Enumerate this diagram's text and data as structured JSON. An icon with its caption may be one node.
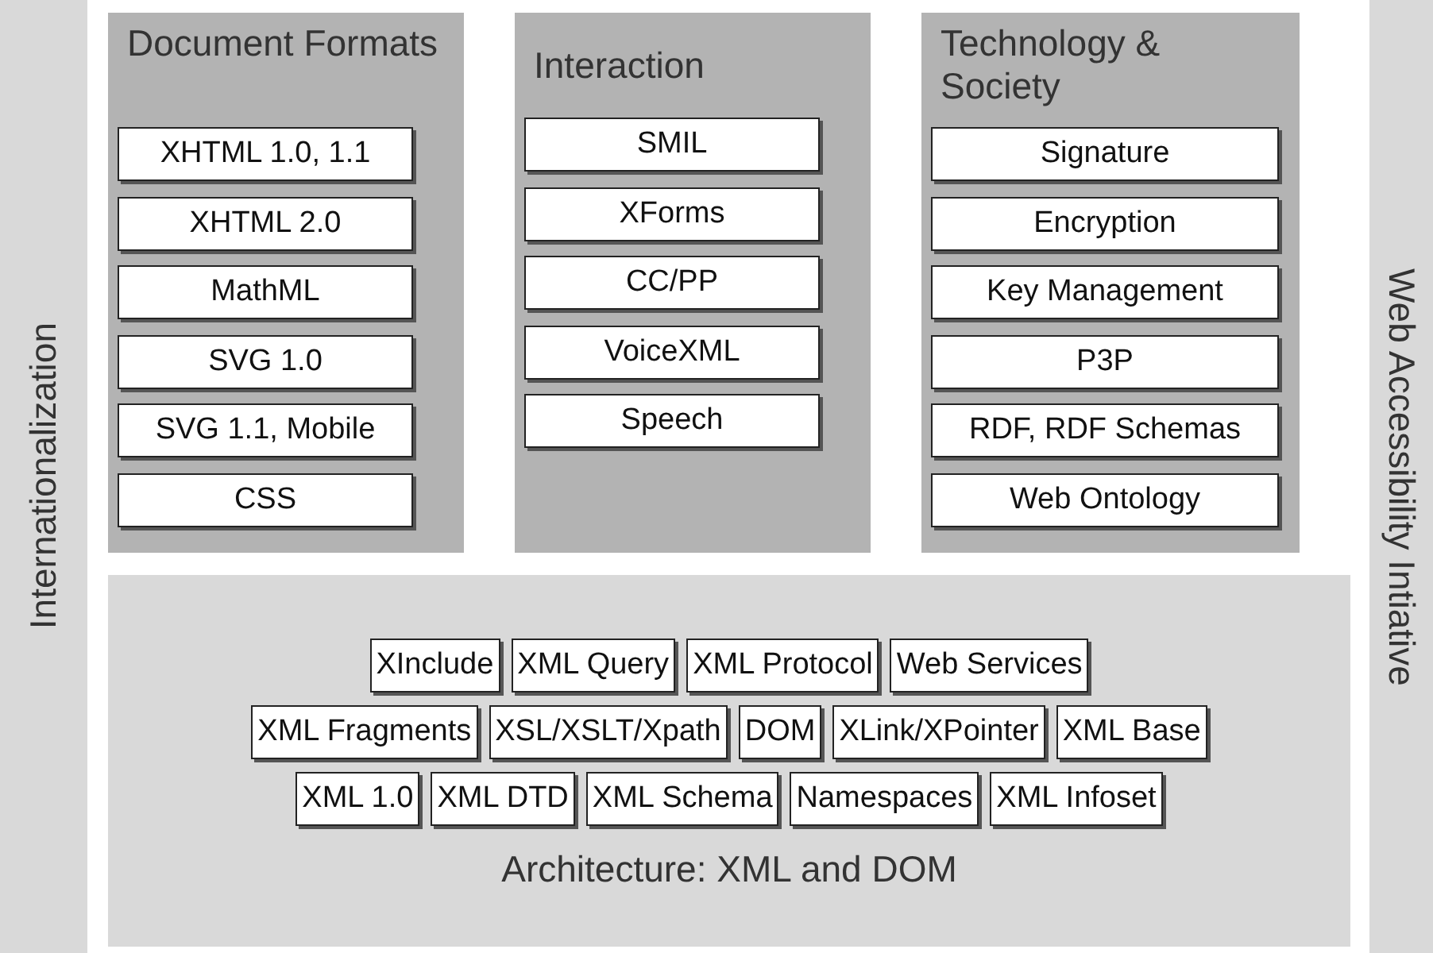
{
  "diagram": {
    "nodes": [
      {
        "text": [
          "Internationalization"
        ]
      },
      {
        "text": [
          "Web Accessibility Intiative"
        ]
      },
      {
        "text": [
          "Document Formats"
        ]
      },
      {
        "text": [
          "XHTML 1.0, 1.1"
        ],
        "in": 2
      },
      {
        "text": [
          "XHTML 2.0"
        ],
        "in": 2
      },
      {
        "text": [
          "MathML"
        ],
        "in": 2
      },
      {
        "text": [
          "SVG 1.0"
        ],
        "in": 2
      },
      {
        "text": [
          "SVG 1.1, Mobile"
        ],
        "in": 2
      },
      {
        "text": [
          "CSS"
        ],
        "in": 2
      },
      {
        "text": [
          "Interaction"
        ]
      },
      {
        "text": [
          "SMIL"
        ],
        "in": 9
      },
      {
        "text": [
          "XForms"
        ],
        "in": 9
      },
      {
        "text": [
          "CC/PP"
        ],
        "in": 9
      },
      {
        "text": [
          "VoiceXML"
        ],
        "in": 9
      },
      {
        "text": [
          "Speech"
        ],
        "in": 9
      },
      {
        "text": [
          "Technology & Society"
        ]
      },
      {
        "text": [
          "Signature"
        ],
        "in": 15
      },
      {
        "text": [
          "Encryption"
        ],
        "in": 15
      },
      {
        "text": [
          "Key Management"
        ],
        "in": 15
      },
      {
        "text": [
          "P3P"
        ],
        "in": 15
      },
      {
        "text": [
          "RDF, RDF Schemas"
        ],
        "in": 15
      },
      {
        "text": [
          "Web Ontology"
        ],
        "in": 15
      },
      {
        "text": [
          "Architecture: XML and DOM"
        ]
      },
      {
        "text": [
          "XInclude"
        ],
        "in": 22
      },
      {
        "text": [
          "XML Query"
        ],
        "in": 22
      },
      {
        "text": [
          "XML Protocol"
        ],
        "in": 22
      },
      {
        "text": [
          "Web Services"
        ],
        "in": 22
      },
      {
        "text": [
          "XML Fragments"
        ],
        "in": 22
      },
      {
        "text": [
          "XSL/XSLT/Xpath"
        ],
        "in": 22
      },
      {
        "text": [
          "DOM"
        ],
        "in": 22
      },
      {
        "text": [
          "XLink/XPointer"
        ],
        "in": 22
      },
      {
        "text": [
          "XML Base"
        ],
        "in": 22
      },
      {
        "text": [
          "XML 1.0"
        ],
        "in": 22
      },
      {
        "text": [
          "XML DTD"
        ],
        "in": 22
      },
      {
        "text": [
          "XML Schema"
        ],
        "in": 22
      },
      {
        "text": [
          "Namespaces"
        ],
        "in": 22
      },
      {
        "text": [
          "XML Infoset"
        ],
        "in": 22
      }
    ]
  }
}
